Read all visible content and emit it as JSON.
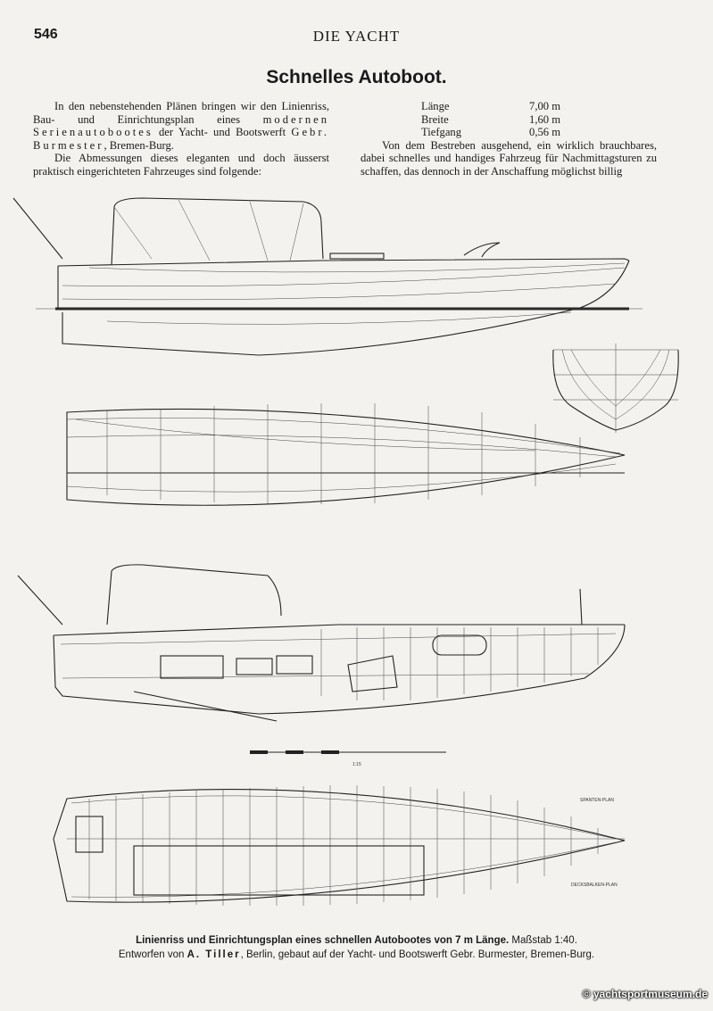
{
  "header": {
    "page_number": "546",
    "journal": "DIE YACHT"
  },
  "article": {
    "title": "Schnelles Autoboot.",
    "left_p1_a": "In den nebenstehenden Plänen bringen wir den Linienriss, Bau- und Einrichtungsplan eines ",
    "left_p1_sp1": "modernen Serienautobootes",
    "left_p1_b": " der Yacht- und Bootswerft ",
    "left_p1_sp2": "Gebr. Burmester",
    "left_p1_c": ", Bremen-Burg.",
    "left_p2": "Die Abmessungen dieses eleganten und doch äusserst praktisch eingerichteten Fahrzeuges sind folgende:",
    "dimensions": [
      {
        "label": "Länge",
        "value": "7,00 m"
      },
      {
        "label": "Breite",
        "value": "1,60 m"
      },
      {
        "label": "Tiefgang",
        "value": "0,56 m"
      }
    ],
    "right_p": "Von dem Bestreben ausgehend, ein wirklich brauchbares, dabei schnelles und handiges Fahrzeug für Nachmittagsturen zu schaffen, das dennoch in der Anschaffung möglichst billig"
  },
  "drawing_labels": {
    "spanten": "SPANTEN-PLAN",
    "decksbalken": "DECKSBALKEN-PLAN",
    "scale": "1:15"
  },
  "caption": {
    "line1_bold": "Linienriss und Einrichtungsplan eines schnellen Autobootes von 7 m Länge.",
    "line1_scale": "Maßstab 1:40.",
    "line2_a": "Entworfen von ",
    "line2_name": "A. Tiller",
    "line2_b": ", Berlin, gebaut auf der Yacht- und Bootswerft Gebr. Burmester, Bremen-Burg."
  },
  "watermark": "© yachtsportmuseum.de"
}
